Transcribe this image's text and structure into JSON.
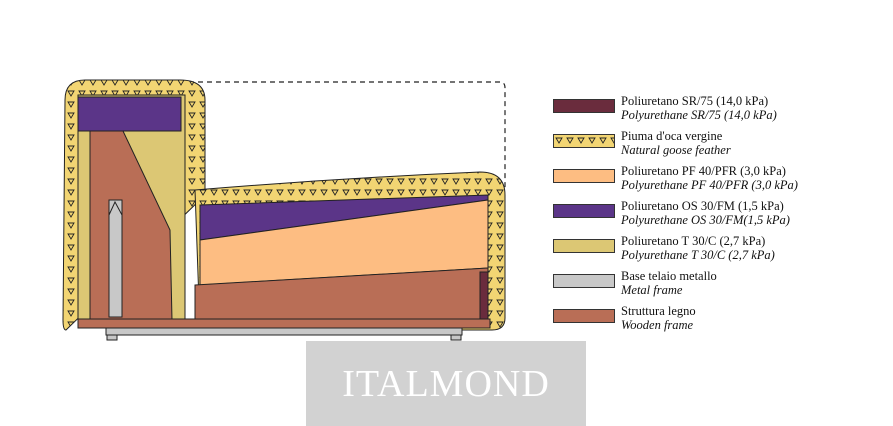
{
  "colors": {
    "poly_sr75": "#6a2c3d",
    "feather": "#f2d573",
    "poly_pf40": "#fdbd82",
    "poly_os30": "#5b3588",
    "poly_t30": "#dcc774",
    "metal": "#c8c8c8",
    "wood": "#b96e56"
  },
  "legend": [
    {
      "it": "Poliuretano SR/75 (14,0 kPa)",
      "en": "Polyurethane SR/75 (14,0 kPa)",
      "color": "#6a2c3d",
      "pattern": "solid"
    },
    {
      "it": "Piuma d'oca vergine",
      "en": "Natural goose feather",
      "color": "#f2d573",
      "pattern": "triangles"
    },
    {
      "it": "Poliuretano PF 40/PFR (3,0 kPa)",
      "en": "Polyurethane PF 40/PFR (3,0 kPa)",
      "color": "#fdbd82",
      "pattern": "solid"
    },
    {
      "it": "Poliuretano OS 30/FM (1,5 kPa)",
      "en": "Polyurethane OS 30/FM(1,5 kPa)",
      "color": "#5b3588",
      "pattern": "solid"
    },
    {
      "it": "Poliuretano T 30/C (2,7 kPa)",
      "en": "Polyurethane T 30/C (2,7 kPa)",
      "color": "#dcc774",
      "pattern": "solid"
    },
    {
      "it": "Base telaio metallo",
      "en": "Metal frame",
      "color": "#c8c8c8",
      "pattern": "solid"
    },
    {
      "it": "Struttura legno",
      "en": "Wooden frame",
      "color": "#b96e56",
      "pattern": "solid"
    }
  ],
  "watermark": "ITALMOND"
}
